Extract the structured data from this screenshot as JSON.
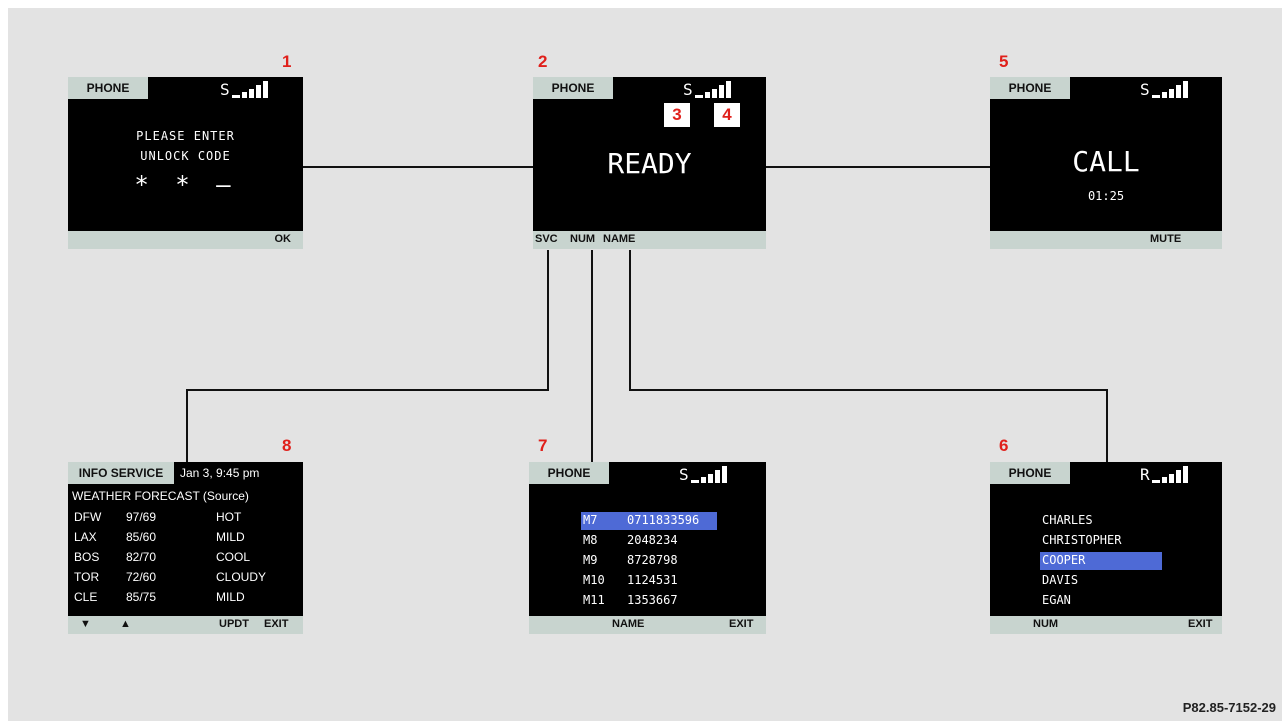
{
  "screens": {
    "s1": {
      "number": "1",
      "header": "PHONE",
      "signal_letter": "S",
      "line1": "PLEASE ENTER",
      "line2": "UNLOCK CODE",
      "code": "* * –",
      "soft_right": "OK"
    },
    "s2": {
      "number": "2",
      "header": "PHONE",
      "signal_letter": "S",
      "callout_signal": "3",
      "callout_bars": "4",
      "main": "READY",
      "soft_svc": "SVC",
      "soft_num": "NUM",
      "soft_name": "NAME"
    },
    "s5": {
      "number": "5",
      "header": "PHONE",
      "signal_letter": "S",
      "main": "CALL",
      "timer": "01:25",
      "soft_right": "MUTE"
    },
    "s6": {
      "number": "6",
      "header": "PHONE",
      "signal_letter": "R",
      "names": [
        "CHARLES",
        "CHRISTOPHER",
        "COOPER",
        "DAVIS",
        "EGAN"
      ],
      "selected_index": 2,
      "soft_left": "NUM",
      "soft_right": "EXIT"
    },
    "s7": {
      "number": "7",
      "header": "PHONE",
      "signal_letter": "S",
      "entries": [
        {
          "mem": "M7",
          "num": "0711833596"
        },
        {
          "mem": "M8",
          "num": "2048234"
        },
        {
          "mem": "M9",
          "num": "8728798"
        },
        {
          "mem": "M10",
          "num": "1124531"
        },
        {
          "mem": "M11",
          "num": "1353667"
        }
      ],
      "selected_index": 0,
      "soft_mid": "NAME",
      "soft_right": "EXIT"
    },
    "s8": {
      "number": "8",
      "header": "INFO SERVICE",
      "datetime": "Jan 3, 9:45 pm",
      "title": "WEATHER FORECAST (Source)",
      "rows": [
        {
          "city": "DFW",
          "temp": "97/69",
          "cond": "HOT"
        },
        {
          "city": "LAX",
          "temp": "85/60",
          "cond": "MILD"
        },
        {
          "city": "BOS",
          "temp": "82/70",
          "cond": "COOL"
        },
        {
          "city": "TOR",
          "temp": "72/60",
          "cond": "CLOUDY"
        },
        {
          "city": "CLE",
          "temp": "85/75",
          "cond": "MILD"
        }
      ],
      "soft_down": "▼",
      "soft_up": "▲",
      "soft_updt": "UPDT",
      "soft_exit": "EXIT"
    }
  },
  "figure_id": "P82.85-7152-29",
  "colors": {
    "screen": "#000000",
    "softkey_bar": "#c8d4cf",
    "highlight": "#4e6ad6",
    "callout": "#e0201b",
    "background": "#e3e3e3"
  }
}
